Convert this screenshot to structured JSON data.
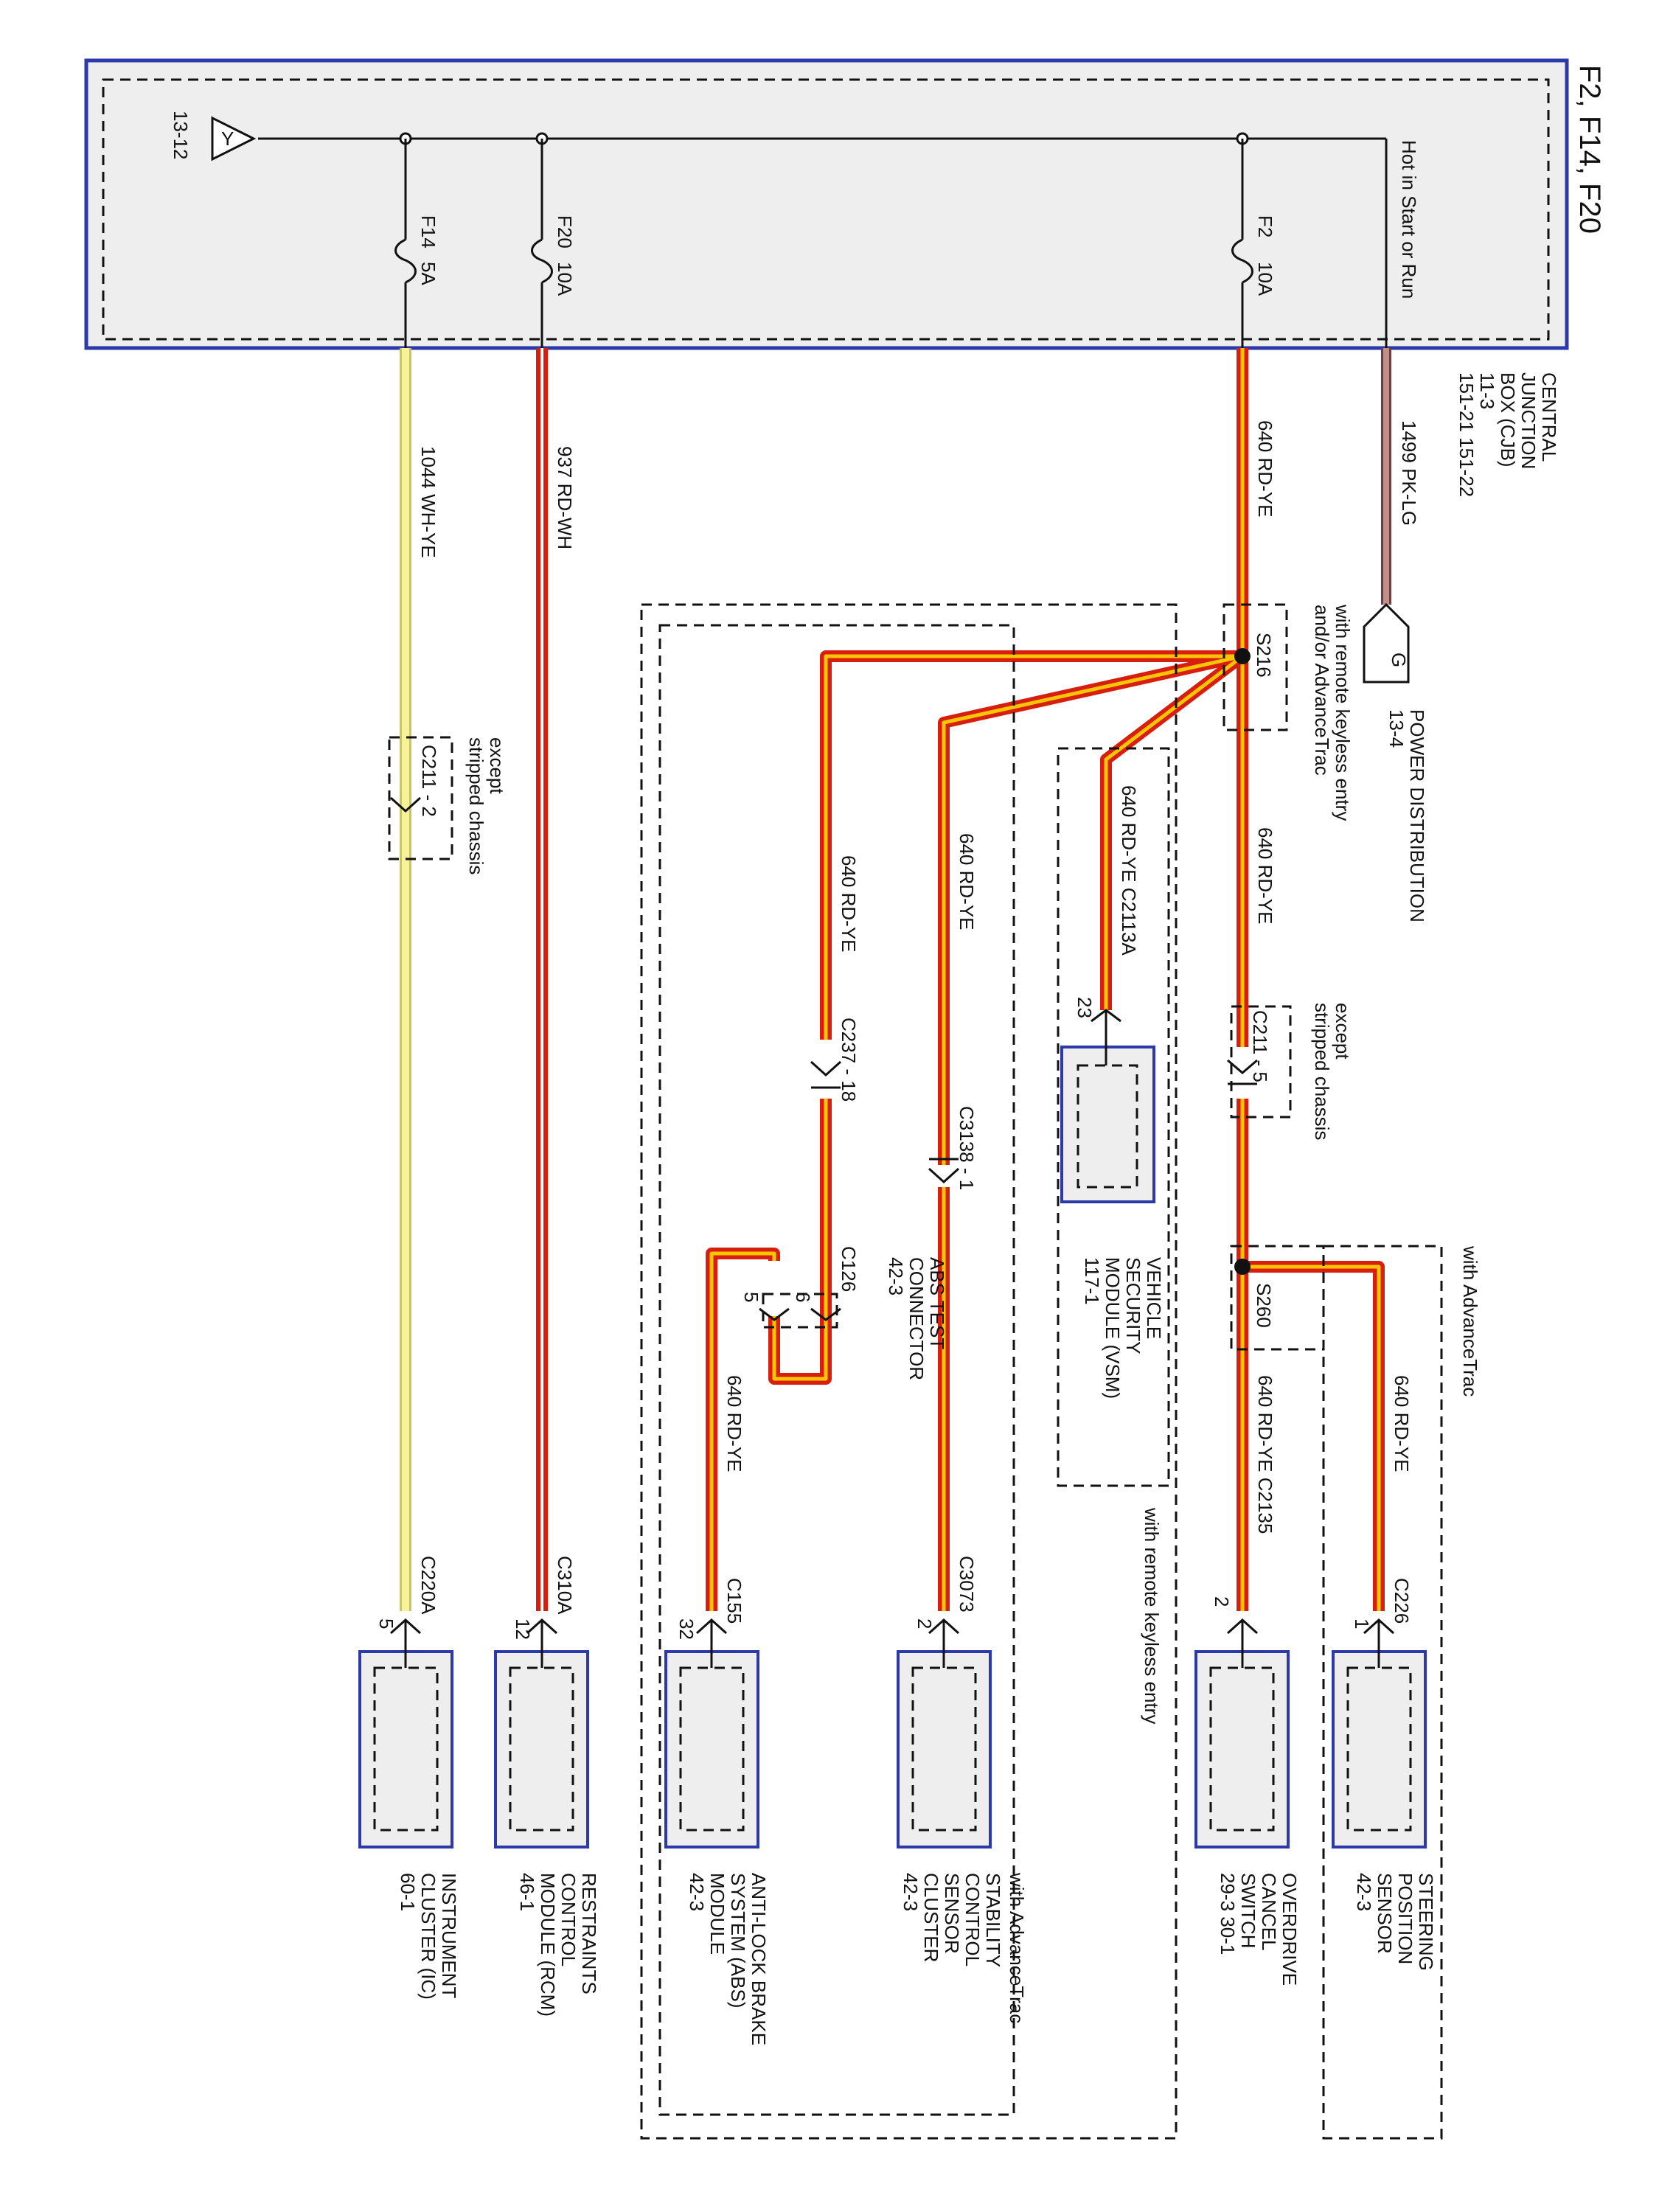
{
  "title": "F2, F14, F20",
  "cjb": {
    "label_lines": [
      "CENTRAL",
      "JUNCTION",
      "BOX (CJB)",
      "11-3",
      "151-21   151-22"
    ],
    "hot_label": "Hot in Start or Run",
    "ground_ref": "13-12",
    "ground_symbol": "Y",
    "fuses": [
      {
        "id": "F2",
        "rating": "10A"
      },
      {
        "id": "F20",
        "rating": "10A"
      },
      {
        "id": "F14",
        "rating": "5A"
      }
    ]
  },
  "power_dist": {
    "letter": "G",
    "label": "POWER DISTRIBUTION",
    "ref": "13-4"
  },
  "wires": {
    "w1499": "1499   PK-LG",
    "w640_main": "640   RD-YE",
    "w937": "937   RD-WH",
    "w1044": "1044   WH-YE",
    "w640_vsm": "640   RD-YE   C2113A",
    "w640_abs_conn": "640   RD-YE",
    "w640_abs_c237": "640   RD-YE",
    "w640_to_c211": "640   RD-YE",
    "w640_ocs": "640   RD-YE   C2135",
    "w640_sps": "640   RD-YE",
    "w640_abs_module": "640   RD-YE"
  },
  "splices": {
    "s216": "S216",
    "s260": "S260"
  },
  "conditions": {
    "remote_or_advancetrac": "with remote keyless entry and/or AdvanceTrac",
    "advancetrac": "with AdvanceTrac",
    "remote_keyless": "with remote keyless entry",
    "except_stripped": "except stripped chassis"
  },
  "connectors": {
    "c211_5": "C211  -  5",
    "c211_2": "C211  -  2",
    "c237": "C237  -  18",
    "c3138": "C3138  -  1",
    "c126": "C126",
    "c126_pin6": "6",
    "c126_pin5": "5",
    "c226": "C226",
    "c2135_pin": "2",
    "c226_pin": "1",
    "c2113a_pin": "23",
    "c3073": "C3073",
    "c3073_pin": "2",
    "c155": "C155",
    "c155_pin": "32",
    "c310a": "C310A",
    "c310a_pin": "12",
    "c220a": "C220A",
    "c220a_pin": "5"
  },
  "abs_test_connector": [
    "ABS TEST",
    "CONNECTOR",
    "42-3"
  ],
  "modules": {
    "sps": [
      "STEERING",
      "POSITION",
      "SENSOR",
      "42-3"
    ],
    "ocs": [
      "OVERDRIVE",
      "CANCEL",
      "SWITCH",
      "29-3    30-1"
    ],
    "vsm": [
      "VEHICLE",
      "SECURITY",
      "MODULE (VSM)",
      "117-1"
    ],
    "scsc": [
      "STABILITY",
      "CONTROL",
      "SENSOR",
      "CLUSTER",
      "42-3"
    ],
    "abs": [
      "ANTI-LOCK BRAKE",
      "SYSTEM (ABS)",
      "MODULE",
      "42-3"
    ],
    "rcm": [
      "RESTRAINTS",
      "CONTROL",
      "MODULE (RCM)",
      "46-1"
    ],
    "ic": [
      "INSTRUMENT",
      "CLUSTER (IC)",
      "60-1"
    ]
  },
  "colors": {
    "frame_blue": "#2b3aa8",
    "panel_fill": "#eeeeee",
    "rd_ye_outer": "#d81e0e",
    "rd_ye_inner": "#f7c600",
    "rd_wh_inner": "#ffffff",
    "wh_ye_fill": "#f7f29a",
    "pk_lg": "#c48e8a"
  }
}
